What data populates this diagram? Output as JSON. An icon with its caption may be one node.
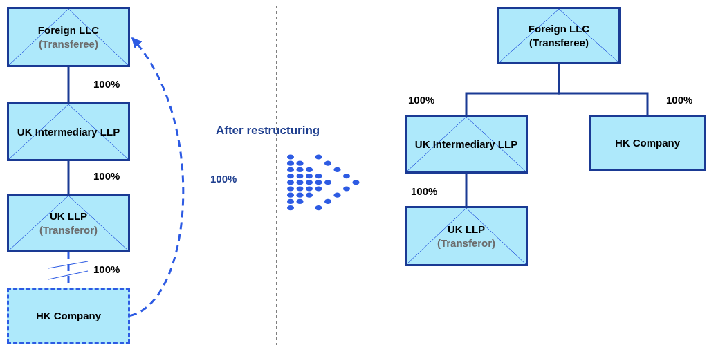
{
  "diagram": {
    "nodes": [
      {
        "text": [
          "Foreign LLC",
          "(Transferee)"
        ]
      },
      {
        "text": [
          "UK Intermediary LLP"
        ]
      },
      {
        "text": [
          "UK LLP",
          "(Transferor)"
        ]
      },
      {
        "text": [
          "HK Company"
        ]
      },
      {
        "text": [
          "Foreign LLC",
          "(Transferee)"
        ]
      },
      {
        "text": [
          "UK Intermediary LLP"
        ]
      },
      {
        "text": [
          "HK Company"
        ]
      },
      {
        "text": [
          "UK LLP",
          "(Transferor)"
        ]
      }
    ],
    "edges": [
      {
        "from": 0,
        "to": 1,
        "arrow": "none",
        "label": "100%"
      },
      {
        "from": 1,
        "to": 2,
        "arrow": "none",
        "label": "100%"
      },
      {
        "from": 2,
        "to": 3,
        "arrow": "none",
        "label": "100%",
        "style": "dashed",
        "color": "#2d5be3"
      },
      {
        "from": 3,
        "to": 0,
        "arrow": "to",
        "label": "100%",
        "style": "dashed",
        "color": "#2d5be3"
      },
      {
        "from": 4,
        "to": 5,
        "arrow": "none",
        "label": "100%"
      },
      {
        "from": 4,
        "to": 6,
        "arrow": "none",
        "label": "100%"
      },
      {
        "from": 5,
        "to": 7,
        "arrow": "none",
        "label": "100%"
      }
    ],
    "labels": [
      "After restructuring"
    ]
  }
}
